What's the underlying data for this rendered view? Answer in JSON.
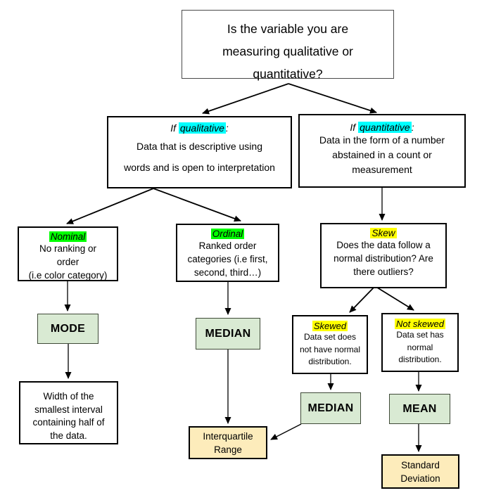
{
  "colors": {
    "cyan_highlight": "#00ffff",
    "green_highlight": "#00ff00",
    "yellow_highlight": "#ffff00",
    "green_fill": "#d9ead3",
    "tan_fill": "#fdecbb"
  },
  "nodes": {
    "top_question": {
      "lines": [
        "Is the variable you are",
        "measuring qualitative or",
        "quantitative?"
      ]
    },
    "qualitative": {
      "prefix": "If ",
      "keyword": "qualitative",
      "suffix": ":",
      "lines": [
        "Data that is descriptive using",
        "words and is open to interpretation"
      ]
    },
    "quantitative": {
      "prefix": "If ",
      "keyword": "quantitative",
      "suffix": ":",
      "lines": [
        "Data in the form of a number",
        "abstained in a count or",
        "measurement"
      ]
    },
    "nominal": {
      "keyword": "Nominal",
      "lines": [
        "No ranking or",
        "order",
        "(i.e color category)"
      ]
    },
    "ordinal": {
      "keyword": "Ordinal",
      "lines": [
        "Ranked order",
        "categories (i.e first,",
        "second, third…)"
      ]
    },
    "skew": {
      "keyword": "Skew",
      "lines": [
        "Does the data follow a",
        "normal distribution? Are",
        "there outliers?"
      ]
    },
    "skewed": {
      "keyword": "Skewed",
      "lines": [
        "Data set does",
        "not have normal",
        "distribution."
      ]
    },
    "not_skewed": {
      "keyword": "Not skewed",
      "lines": [
        "Data set has",
        "normal",
        "distribution."
      ]
    },
    "mode": {
      "label": "MODE"
    },
    "median_ordinal": {
      "label": "MEDIAN"
    },
    "median_skewed": {
      "label": "MEDIAN"
    },
    "mean": {
      "label": "MEAN"
    },
    "width_interval": {
      "lines": [
        "Width of the",
        "smallest interval",
        "containing half of",
        "the data."
      ]
    },
    "iqr": {
      "lines": [
        "Interquartile",
        "Range"
      ]
    },
    "std_dev": {
      "lines": [
        "Standard",
        "Deviation"
      ]
    }
  }
}
